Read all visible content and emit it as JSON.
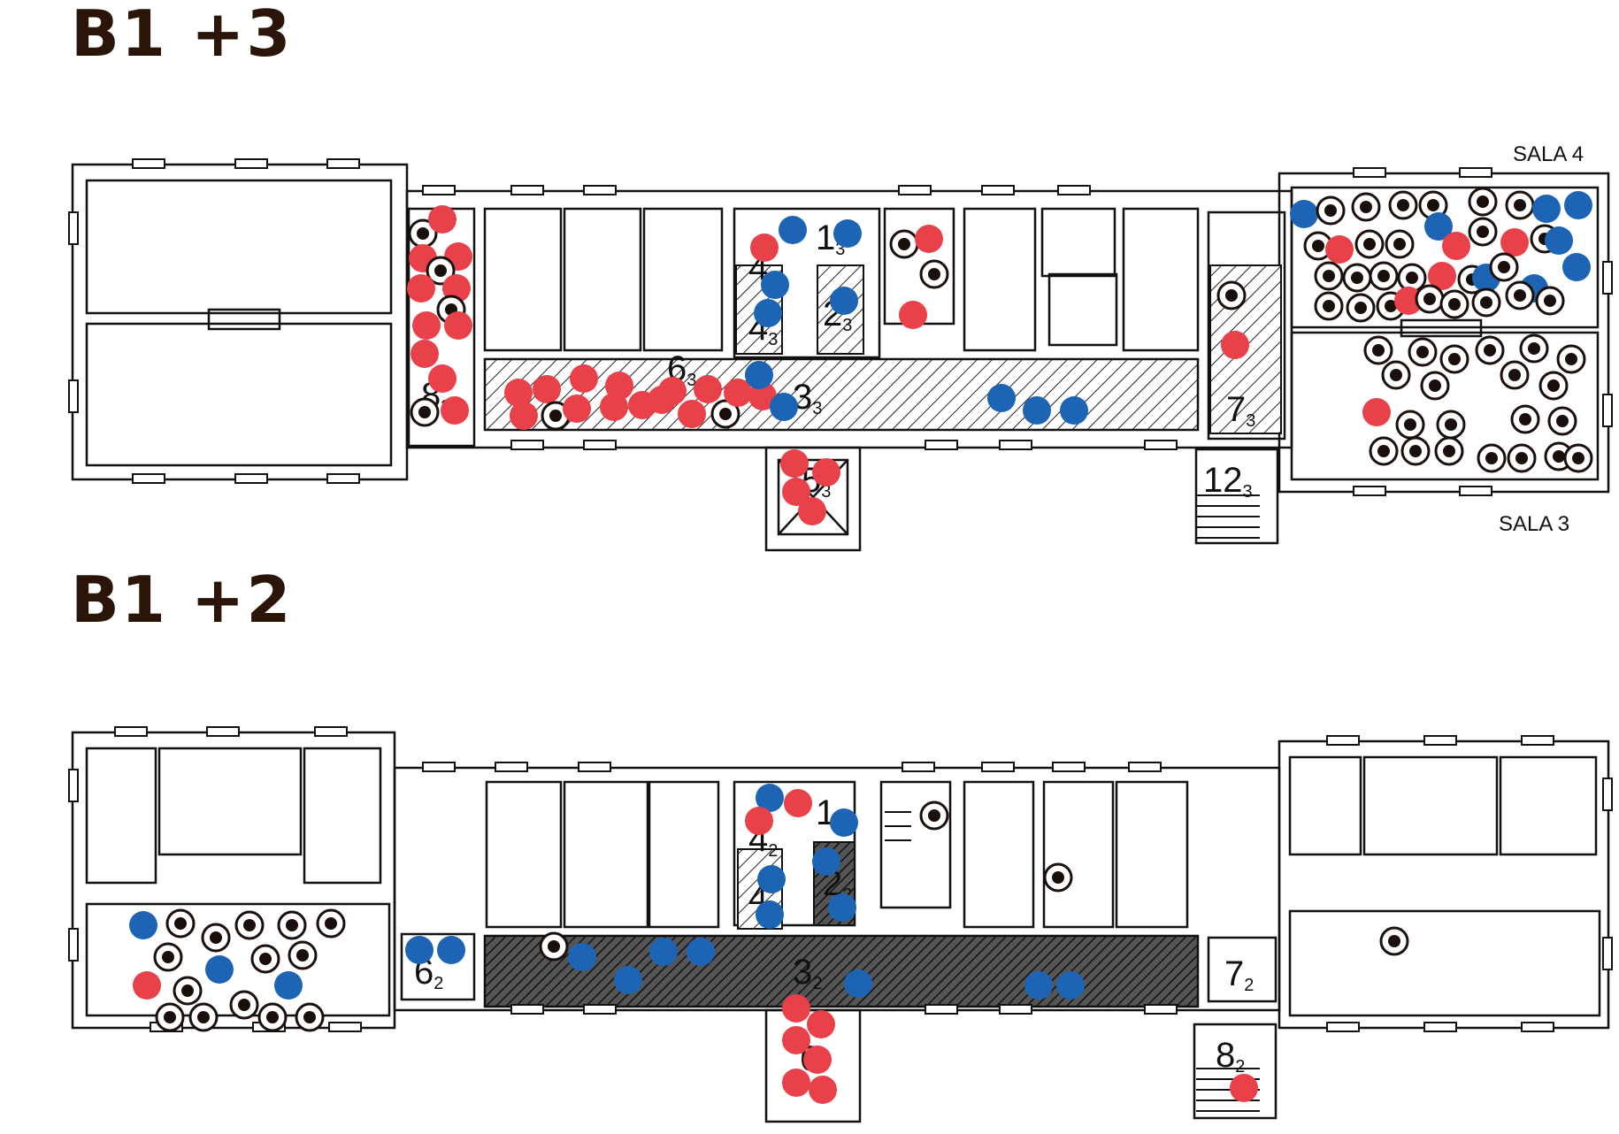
{
  "floors": [
    {
      "title": "B1 +3",
      "rooms": {
        "sala_top": "SALA 4",
        "sala_bottom": "SALA 3"
      },
      "numbers": [
        {
          "n": "1",
          "s": "3"
        },
        {
          "n": "2",
          "s": "3"
        },
        {
          "n": "3",
          "s": "3"
        },
        {
          "n": "4",
          "s": "3"
        },
        {
          "n": "4",
          "s": "3"
        },
        {
          "n": "5",
          "s": "3"
        },
        {
          "n": "6",
          "s": "3"
        },
        {
          "n": "7",
          "s": "3"
        },
        {
          "n": "8",
          "s": "3"
        },
        {
          "n": "12",
          "s": "3"
        }
      ]
    },
    {
      "title": "B1 +2",
      "rooms": {},
      "numbers": [
        {
          "n": "1",
          "s": "2"
        },
        {
          "n": "2",
          "s": "2"
        },
        {
          "n": "3",
          "s": "2"
        },
        {
          "n": "4",
          "s": "2"
        },
        {
          "n": "4",
          "s": "2"
        },
        {
          "n": "6",
          "s": "2"
        },
        {
          "n": "7",
          "s": "2"
        },
        {
          "n": "8",
          "s": "2"
        },
        {
          "n": "6",
          "s": ""
        }
      ]
    }
  ],
  "legend_colors": {
    "red_marker": "#e8414a",
    "blue_marker": "#1e64b4",
    "target_marker": "#1a0f0a"
  }
}
